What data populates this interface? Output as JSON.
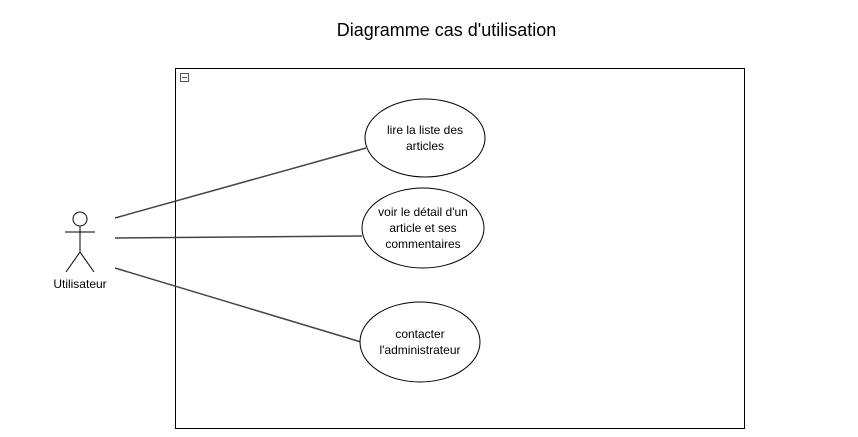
{
  "diagram": {
    "title": "Diagramme cas d'utilisation",
    "actor": {
      "name": "Utilisateur"
    },
    "use_cases": [
      {
        "label": "lire la liste des articles"
      },
      {
        "label": "voir le détail d'un article et ses commentaires"
      },
      {
        "label": "contacter l'administrateur"
      }
    ],
    "system_boundary": {
      "collapse_icon": "minus-box-icon"
    },
    "colors": {
      "line": "#444444",
      "border": "#000000",
      "fill": "#ffffff"
    }
  }
}
